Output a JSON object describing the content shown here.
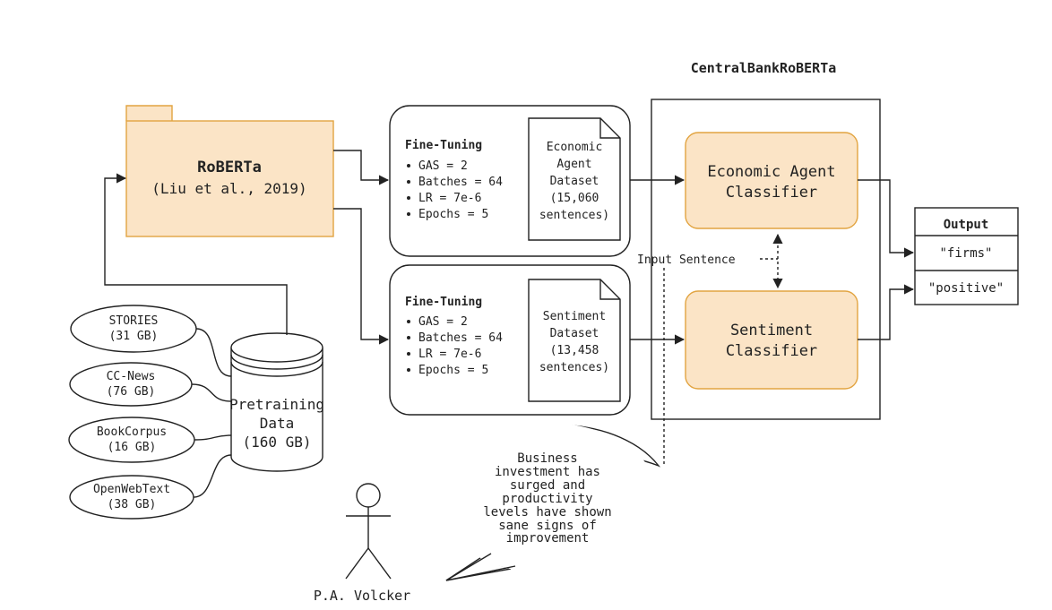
{
  "title": "CentralBankRoBERTa",
  "roberta": {
    "name": "RoBERTa",
    "citation": "(Liu et al., 2019)"
  },
  "sources": [
    {
      "name": "STORIES",
      "size": "(31 GB)"
    },
    {
      "name": "CC-News",
      "size": "(76 GB)"
    },
    {
      "name": "BookCorpus",
      "size": "(16 GB)"
    },
    {
      "name": "OpenWebText",
      "size": "(38 GB)"
    }
  ],
  "pretraining": {
    "line1": "Pretraining",
    "line2": "Data",
    "line3": "(160 GB)"
  },
  "finetune_top": {
    "title": "Fine-Tuning",
    "params": [
      "GAS = 2",
      "Batches = 64",
      "LR = 7e-6",
      "Epochs = 5"
    ],
    "dataset": [
      "Economic",
      "Agent",
      "Dataset",
      "(15,060",
      "sentences)"
    ]
  },
  "finetune_bottom": {
    "title": "Fine-Tuning",
    "params": [
      "GAS = 2",
      "Batches = 64",
      "LR = 7e-6",
      "Epochs = 5"
    ],
    "dataset": [
      "Sentiment",
      "Dataset",
      "(13,458",
      "sentences)"
    ]
  },
  "classifiers": {
    "agent": [
      "Economic Agent",
      "Classifier"
    ],
    "sentiment": [
      "Sentiment",
      "Classifier"
    ]
  },
  "input_label": "Input Sentence",
  "output": {
    "title": "Output",
    "values": [
      "\"firms\"",
      "\"positive\""
    ]
  },
  "speech": [
    "Business",
    "investment has",
    "surged and",
    "productivity",
    "levels have shown",
    "sane signs of",
    "improvement"
  ],
  "person": "P.A. Volcker",
  "icons": {
    "bullet": "bullet-icon",
    "person": "person-icon",
    "database": "database-icon",
    "folder": "folder-icon",
    "document": "document-icon"
  },
  "colors": {
    "accent_fill": "#fbe4c6",
    "accent_stroke": "#e2a441"
  }
}
